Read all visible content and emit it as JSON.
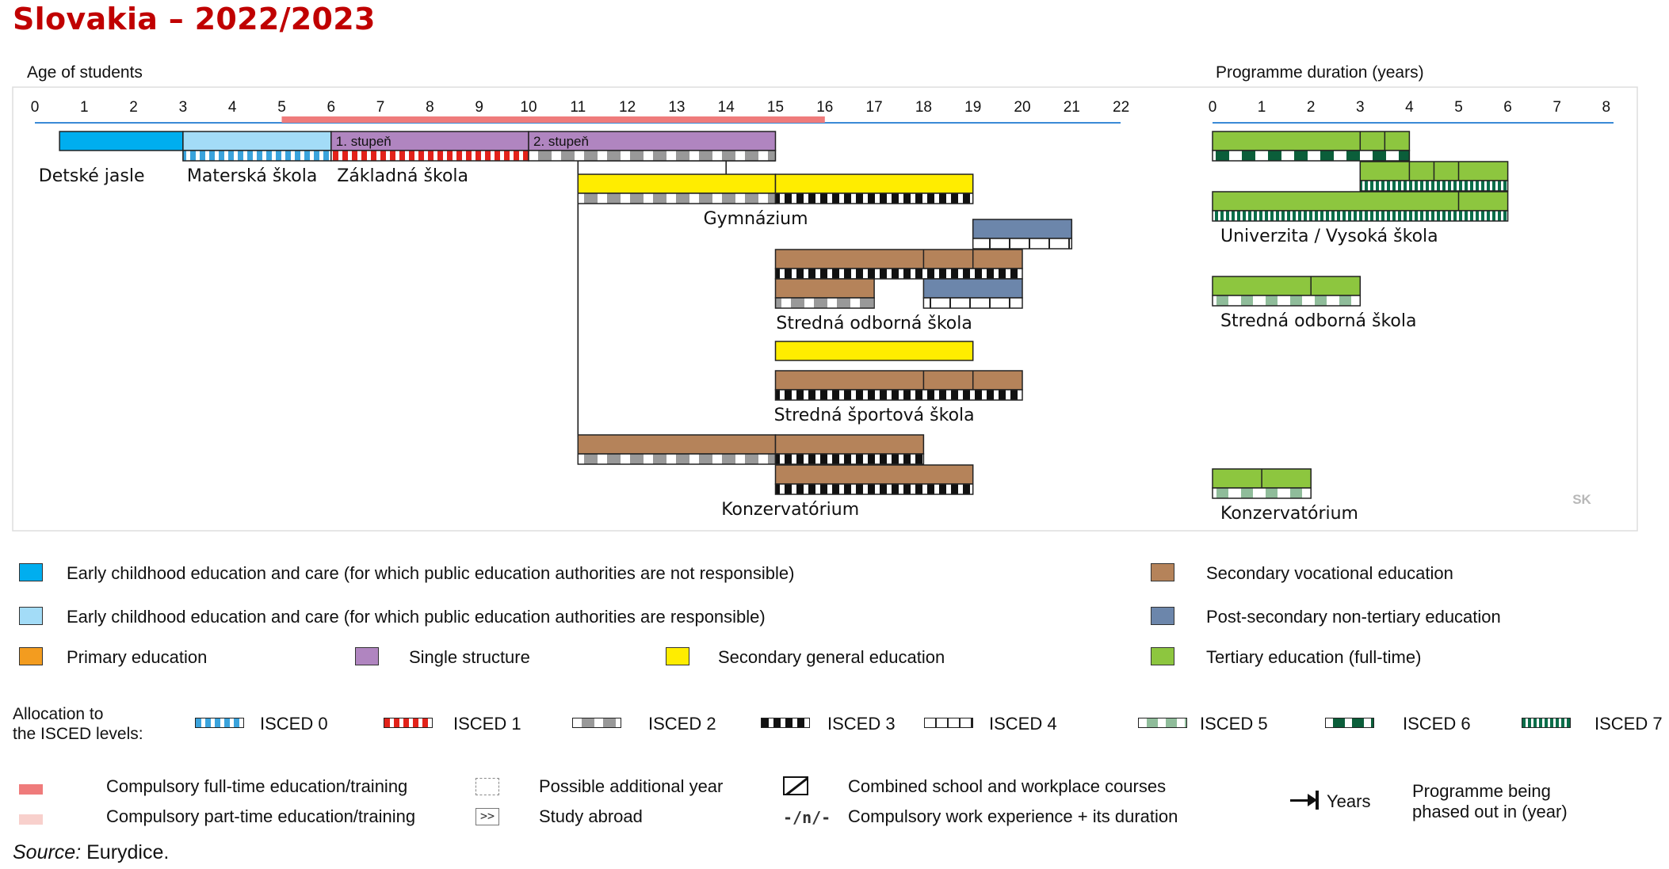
{
  "title": "Slovakia – 2022/2023",
  "age_axis": {
    "label": "Age of students",
    "ticks": [
      "0",
      "1",
      "2",
      "3",
      "4",
      "5",
      "6",
      "7",
      "8",
      "9",
      "10",
      "11",
      "12",
      "13",
      "14",
      "15",
      "16",
      "17",
      "18",
      "19",
      "20",
      "21",
      "22"
    ]
  },
  "duration_axis": {
    "label": "Programme duration (years)",
    "ticks": [
      "0",
      "1",
      "2",
      "3",
      "4",
      "5",
      "6",
      "7",
      "8"
    ]
  },
  "compulsory": {
    "type": "full-time",
    "from_age": 5,
    "to_age": 16
  },
  "colors": {
    "ecec_not_responsible": "#00aeef",
    "ecec_responsible": "#a3dcf7",
    "primary": "#f39c1f",
    "single_structure": "#b085c0",
    "secondary_general": "#ffed00",
    "secondary_vocational": "#b5835a",
    "post_secondary": "#6c86ab",
    "tertiary": "#8dc63f",
    "compulsory_full": "#ef7b7b",
    "compulsory_part": "#f8d0cc",
    "isced0": "#3aa3dc",
    "isced1": "#e2231a",
    "isced2": "#999999",
    "isced3": "#111111",
    "isced4": "#ffffff",
    "isced5": "#8fbc9a",
    "isced6": "#0b5e3a",
    "isced7": "#0b6e4a"
  },
  "bars": [
    {
      "from": 0.5,
      "to": 3,
      "fill": "ecec_not_responsible",
      "isced": "none",
      "row": 0
    },
    {
      "from": 3,
      "to": 6,
      "fill": "ecec_responsible",
      "isced": "isced0",
      "row": 0
    },
    {
      "from": 6,
      "to": 10,
      "fill": "single_structure",
      "isced": "isced1",
      "row": 0,
      "divider": 0
    },
    {
      "from": 10,
      "to": 15,
      "fill": "single_structure",
      "isced": "isced2",
      "row": 0
    },
    {
      "from": 11,
      "to": 15,
      "fill": "secondary_general",
      "isced": "isced2",
      "row": 1
    },
    {
      "from": 15,
      "to": 19,
      "fill": "secondary_general",
      "isced": "isced3",
      "row": 1
    },
    {
      "from": 19,
      "to": 21,
      "fill": "post_secondary",
      "isced": "isced4",
      "row": 2
    },
    {
      "from": 15,
      "to": 20,
      "fill": "secondary_vocational",
      "isced": "isced3",
      "row": 3,
      "dividers": [
        18,
        19
      ]
    },
    {
      "from": 15,
      "to": 17,
      "fill": "secondary_vocational",
      "isced": "isced2",
      "row": 4
    },
    {
      "from": 18,
      "to": 20,
      "fill": "post_secondary",
      "isced": "isced4",
      "row": 4
    },
    {
      "from": 15,
      "to": 19,
      "fill": "secondary_general",
      "isced": "none",
      "row": 5
    },
    {
      "from": 15,
      "to": 20,
      "fill": "secondary_vocational",
      "isced": "isced3",
      "row": 6,
      "dividers": [
        18,
        19
      ]
    },
    {
      "from": 11,
      "to": 15,
      "fill": "secondary_vocational",
      "isced": "isced2",
      "row": 7
    },
    {
      "from": 15,
      "to": 18,
      "fill": "secondary_vocational",
      "isced": "isced3",
      "row": 7
    },
    {
      "from": 15,
      "to": 19,
      "fill": "secondary_vocational",
      "isced": "isced3",
      "row": 8
    }
  ],
  "bar_labels": [
    "1. stupeň",
    "2. stupeň"
  ],
  "age_labels": [
    {
      "text": "Detské jasle",
      "age": 1.15,
      "row": 0
    },
    {
      "text": "Materská škola",
      "age": 4.4,
      "row": 0
    },
    {
      "text": "Základná škola",
      "age": 7.45,
      "row": 0
    },
    {
      "text": "Gymnázium",
      "age": 14.6,
      "row": 1
    },
    {
      "text": "Stredná odborná škola",
      "age": 17.0,
      "row": 4
    },
    {
      "text": "Stredná športová škola",
      "age": 17.0,
      "row": 6
    },
    {
      "text": "Konzervatórium",
      "age": 15.3,
      "row": 8
    }
  ],
  "tertiary_bars": [
    {
      "from": 0,
      "to": 4,
      "isced": "isced6",
      "row": 0,
      "dividers": [
        3,
        3.5
      ]
    },
    {
      "from": 3,
      "to": 6,
      "isced": "isced7",
      "row": 1,
      "dividers": [
        4,
        4.5,
        5
      ]
    },
    {
      "from": 0,
      "to": 6,
      "isced": "isced7",
      "row": 2,
      "dividers": [
        5
      ]
    },
    {
      "from": 0,
      "to": 3,
      "isced": "isced5",
      "row": 3,
      "dividers": [
        2
      ]
    },
    {
      "from": 0,
      "to": 2,
      "isced": "isced5",
      "row": 4,
      "dividers": [
        1
      ]
    }
  ],
  "duration_labels": [
    {
      "text": "Univerzita / Vysoká škola",
      "row": 2
    },
    {
      "text": "Stredná odborná škola",
      "row": 3
    },
    {
      "text": "Konzervatórium",
      "row": 4
    }
  ],
  "country_code": "SK",
  "legend": {
    "ecec_not": "Early childhood education and care (for which public education authorities are not responsible)",
    "ecec_resp": "Early childhood education and care (for which public education authorities are responsible)",
    "primary": "Primary education",
    "single": "Single structure",
    "sec_general": "Secondary general education",
    "sec_vocational": "Secondary vocational education",
    "post_secondary": "Post-secondary non-tertiary education",
    "tertiary": "Tertiary education (full-time)",
    "allocation_line1": "Allocation to",
    "allocation_line2": "the ISCED levels:",
    "isced": [
      "ISCED 0",
      "ISCED 1",
      "ISCED 2",
      "ISCED 3",
      "ISCED 4",
      "ISCED 5",
      "ISCED 6",
      "ISCED 7"
    ],
    "compulsory_full": "Compulsory full-time education/training",
    "compulsory_part": "Compulsory part-time education/training",
    "additional_year": "Possible additional year",
    "study_abroad": "Study abroad",
    "abroad_symbol": ">>",
    "combined": "Combined school and workplace courses",
    "work_exp": "Compulsory work experience + its duration",
    "work_exp_symbol": "-/n/-",
    "years": "Years",
    "phased_line1": "Programme being",
    "phased_line2": "phased out in (year)"
  },
  "source_label": "Source:",
  "source_text": " Eurydice."
}
